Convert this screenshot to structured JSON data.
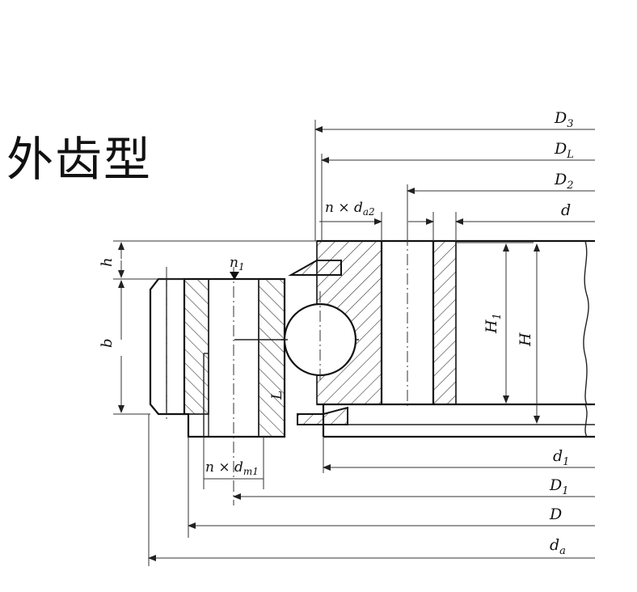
{
  "title": "外齿型",
  "dimensions": {
    "D3": {
      "main": "D",
      "sub": "3"
    },
    "DL": {
      "main": "D",
      "sub": "L"
    },
    "D2": {
      "main": "D",
      "sub": "2"
    },
    "d": {
      "main": "d",
      "sub": ""
    },
    "d1": {
      "main": "d",
      "sub": "1"
    },
    "D1": {
      "main": "D",
      "sub": "1"
    },
    "D": {
      "main": "D",
      "sub": ""
    },
    "da": {
      "main": "d",
      "sub": "a"
    },
    "h": {
      "main": "h",
      "sub": ""
    },
    "b": {
      "main": "b",
      "sub": ""
    },
    "H": {
      "main": "H",
      "sub": ""
    },
    "H1": {
      "main": "H",
      "sub": "1"
    },
    "L": {
      "main": "L",
      "sub": ""
    },
    "n1": {
      "main": "n",
      "sub": "1"
    },
    "nda2": {
      "main": "n × d",
      "sub": "a2"
    },
    "ndm1": {
      "main": "n × d",
      "sub": "m1"
    }
  }
}
